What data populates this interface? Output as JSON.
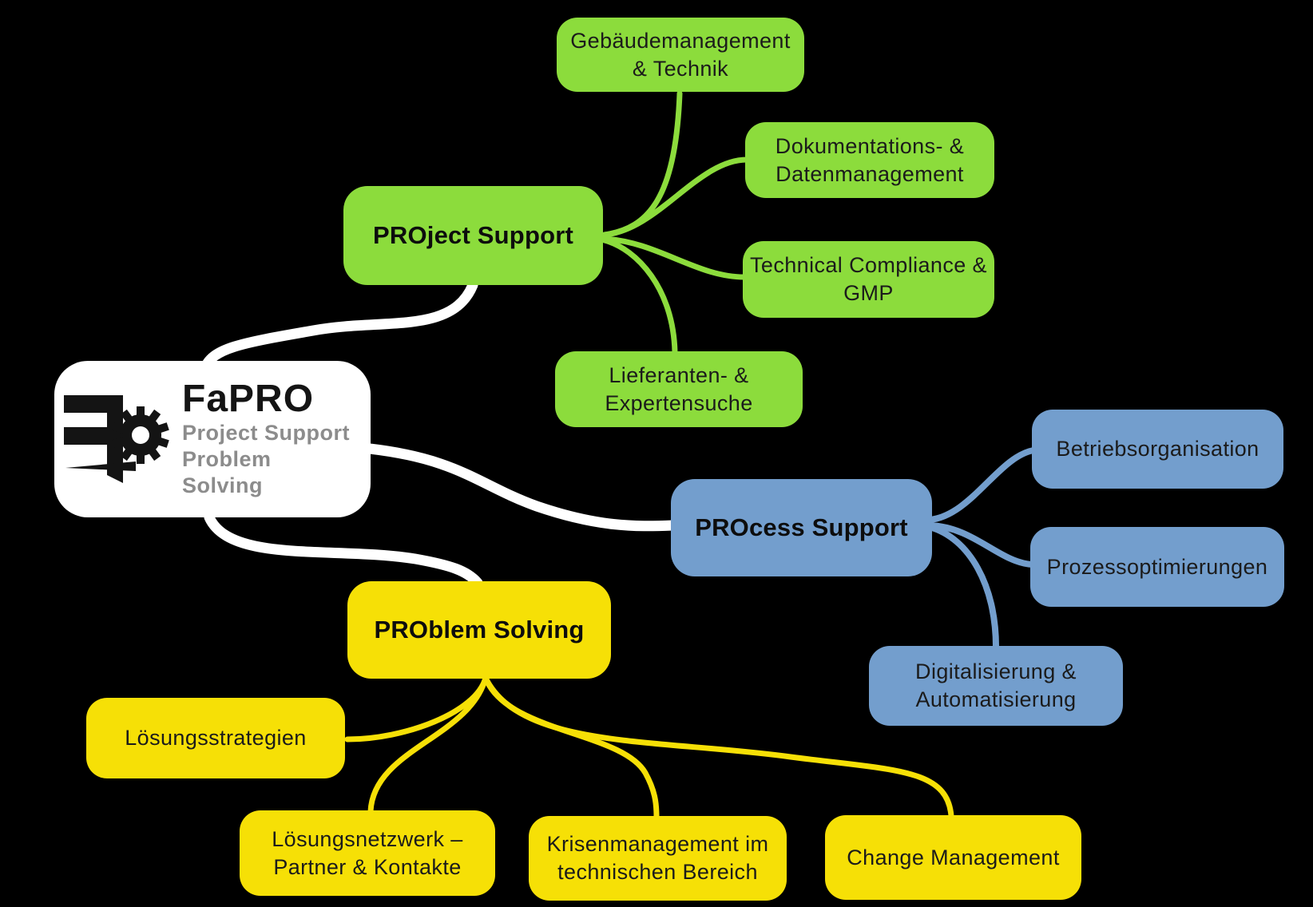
{
  "palette": {
    "background": "#000000",
    "green": "#8CDC3C",
    "blue": "#739ECD",
    "yellow": "#F6E006",
    "root_card": "#FFFFFF",
    "connector_root": "#FFFFFF",
    "text_dark": "#1B1B1B",
    "logo_subtitle_gray": "#8C8C8C"
  },
  "logo": {
    "icon": "fapro-gear-logo",
    "title": "FaPRO",
    "subtitle_line1": "Project Support",
    "subtitle_line2": "Problem Solving"
  },
  "branches": [
    {
      "id": "project-support",
      "label": "PROject Support",
      "color": "#8CDC3C",
      "children": [
        {
          "label": "Gebäudemanagement\n& Technik"
        },
        {
          "label": "Dokumentations- &\nDatenmanagement"
        },
        {
          "label": "Technical Compliance &\nGMP"
        },
        {
          "label": "Lieferanten- &\nExpertensuche"
        }
      ]
    },
    {
      "id": "process-support",
      "label": "PROcess Support",
      "color": "#739ECD",
      "children": [
        {
          "label": "Betriebsorganisation"
        },
        {
          "label": "Prozessoptimierungen"
        },
        {
          "label": "Digitalisierung &\nAutomatisierung"
        }
      ]
    },
    {
      "id": "problem-solving",
      "label": "PROblem Solving",
      "color": "#F6E006",
      "children": [
        {
          "label": "Lösungsstrategien"
        },
        {
          "label": "Lösungsnetzwerk –\nPartner & Kontakte"
        },
        {
          "label": "Krisenmanagement im\ntechnischen Bereich"
        },
        {
          "label": "Change Management"
        }
      ]
    }
  ]
}
